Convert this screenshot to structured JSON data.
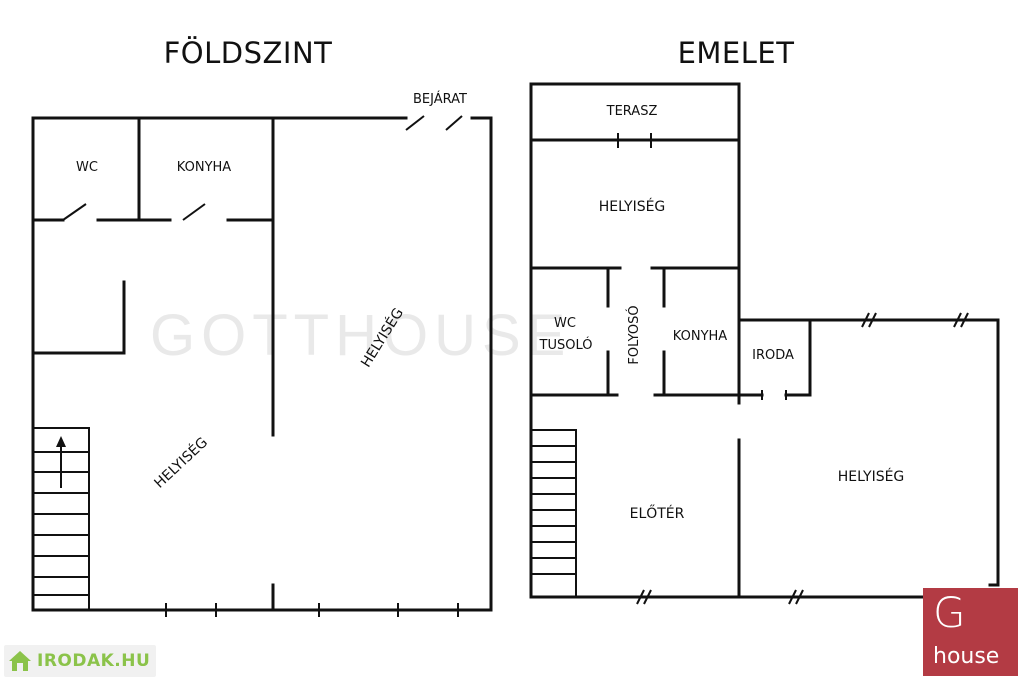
{
  "floors": {
    "ground": {
      "title": "FÖLDSZINT",
      "entrance": "BEJÁRAT",
      "rooms": {
        "wc": "WC",
        "kitchen": "KONYHA",
        "room_right": "HELYISÉG",
        "room_left": "HELYISÉG"
      }
    },
    "upper": {
      "title": "EMELET",
      "rooms": {
        "terrace": "TERASZ",
        "room_top": "HELYISÉG",
        "wc": "WC",
        "shower": "TUSOLÓ",
        "corridor": "FOLYOSÓ",
        "kitchen": "KONYHA",
        "office": "IRODA",
        "hall": "ELŐTÉR",
        "room_right": "HELYISÉG"
      }
    }
  },
  "watermark": "GOTTHOUSE",
  "logos": {
    "left": {
      "text": "IRODAK.HU",
      "color": "#8bc34a"
    },
    "right": {
      "letter": "G",
      "word": "house",
      "background": "#b33b44"
    }
  }
}
